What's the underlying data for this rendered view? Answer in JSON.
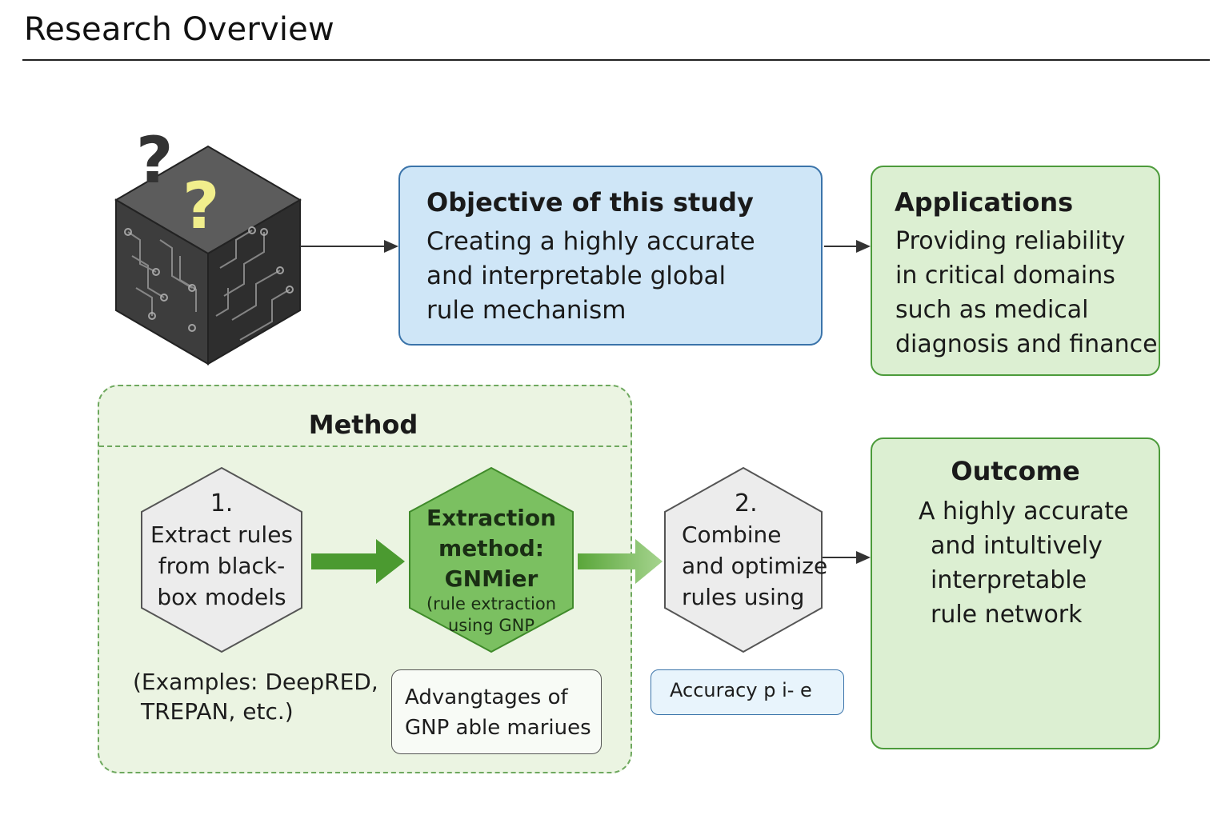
{
  "title": "Research Overview",
  "objective": {
    "heading": "Objective of this study",
    "lines": [
      "Creating a highly accurate",
      "and interpretable global",
      "rule mechanism"
    ]
  },
  "applications": {
    "heading": "Applications",
    "lines": [
      "Providing reliability",
      "in critical domains",
      "such as medical",
      "diagnosis and finance"
    ]
  },
  "method": {
    "heading": "Method",
    "step1": {
      "number": "1.",
      "lines": [
        "Extract rules",
        "from black-",
        "box models"
      ]
    },
    "examples": [
      "(Examples: DeepRED,",
      "TREPAN, etc.)"
    ],
    "extraction": {
      "lines": [
        "Extraction",
        "method:",
        "GNMier"
      ],
      "sub": [
        "(rule extraction",
        "using GNP"
      ]
    },
    "advantages": [
      "Advangtages of",
      "GNP able mariues"
    ]
  },
  "step2": {
    "number": "2.",
    "lines": [
      "Combine",
      "and optimize",
      "rules using"
    ]
  },
  "accuracy": "Accuracy p i- e",
  "outcome": {
    "heading": "Outcome",
    "lines": [
      "A highly accurate",
      "and intultively",
      "interpretable",
      "rule network"
    ]
  },
  "colors": {
    "objective_fill": "#cfe6f7",
    "green_fill": "#dcefd2",
    "extraction_fill": "#7bc061",
    "arrow_green": "#4b9a30"
  },
  "icons": {
    "black_box": "black-box-cube-icon",
    "network": "rule-network-icon"
  }
}
